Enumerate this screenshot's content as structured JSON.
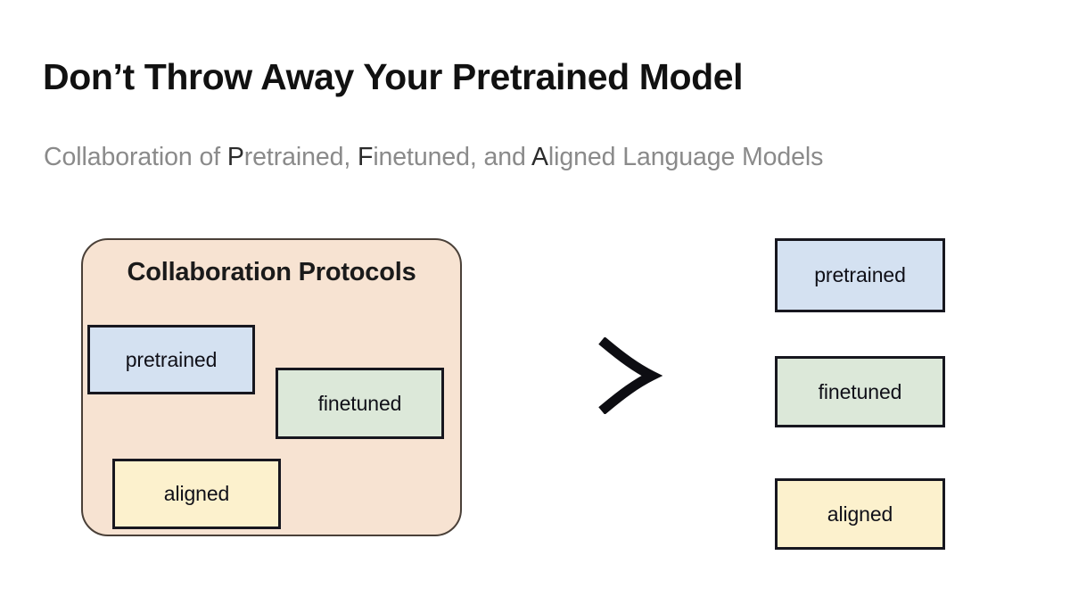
{
  "slide": {
    "title": "Don’t Throw Away Your Pretrained Model",
    "subtitle": {
      "part1": "Collaboration of ",
      "emph1": "P",
      "part2": "retrained, ",
      "emph2": "F",
      "part3": "inetuned, and ",
      "emph3": "A",
      "part4": "ligned Language Models"
    }
  },
  "diagram": {
    "container": {
      "heading": "Collaboration Protocols",
      "fill": "#f7e3d2",
      "border": "#4a4038"
    },
    "left_boxes": [
      {
        "label": "pretrained",
        "fill": "#d4e1f1"
      },
      {
        "label": "finetuned",
        "fill": "#dce8d9"
      },
      {
        "label": "aligned",
        "fill": "#fcf1cd"
      }
    ],
    "comparison_operator": ">",
    "right_boxes": [
      {
        "label": "pretrained",
        "fill": "#d4e1f1"
      },
      {
        "label": "finetuned",
        "fill": "#dce8d9"
      },
      {
        "label": "aligned",
        "fill": "#fcf1cd"
      }
    ],
    "box_border_color": "#17171f"
  }
}
